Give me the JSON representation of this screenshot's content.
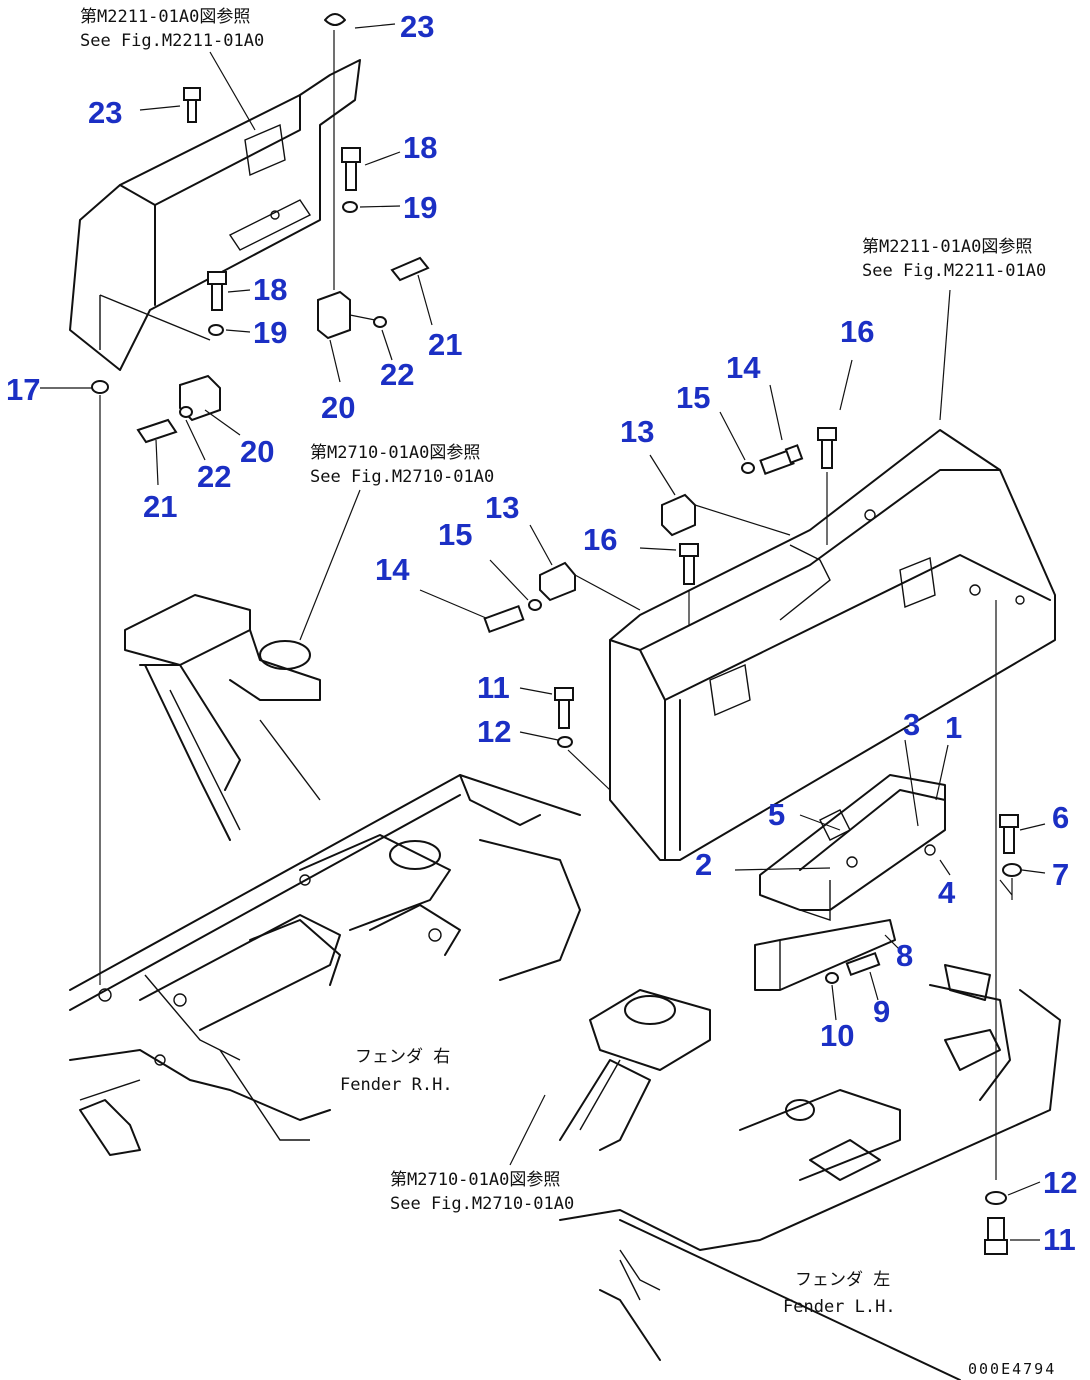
{
  "callouts": [
    "1",
    "2",
    "3",
    "4",
    "5",
    "6",
    "7",
    "8",
    "9",
    "10",
    "11",
    "12",
    "13",
    "14",
    "15",
    "16",
    "17",
    "18",
    "19",
    "20",
    "21",
    "22",
    "23"
  ],
  "references": {
    "top_left_jp": "第M2211-01A0図参照",
    "top_left_en": "See Fig.M2211-01A0",
    "top_right_jp": "第M2211-01A0図参照",
    "top_right_en": "See Fig.M2211-01A0",
    "mid_jp": "第M2710-01A0図参照",
    "mid_en": "See Fig.M2710-01A0",
    "bottom_jp": "第M2710-01A0図参照",
    "bottom_en": "See Fig.M2710-01A0"
  },
  "fender_labels": {
    "right_jp": "フェンダ 右",
    "right_en": "Fender R.H.",
    "left_jp": "フェンダ 左",
    "left_en": "Fender L.H."
  },
  "drawing_code": "000E4794"
}
